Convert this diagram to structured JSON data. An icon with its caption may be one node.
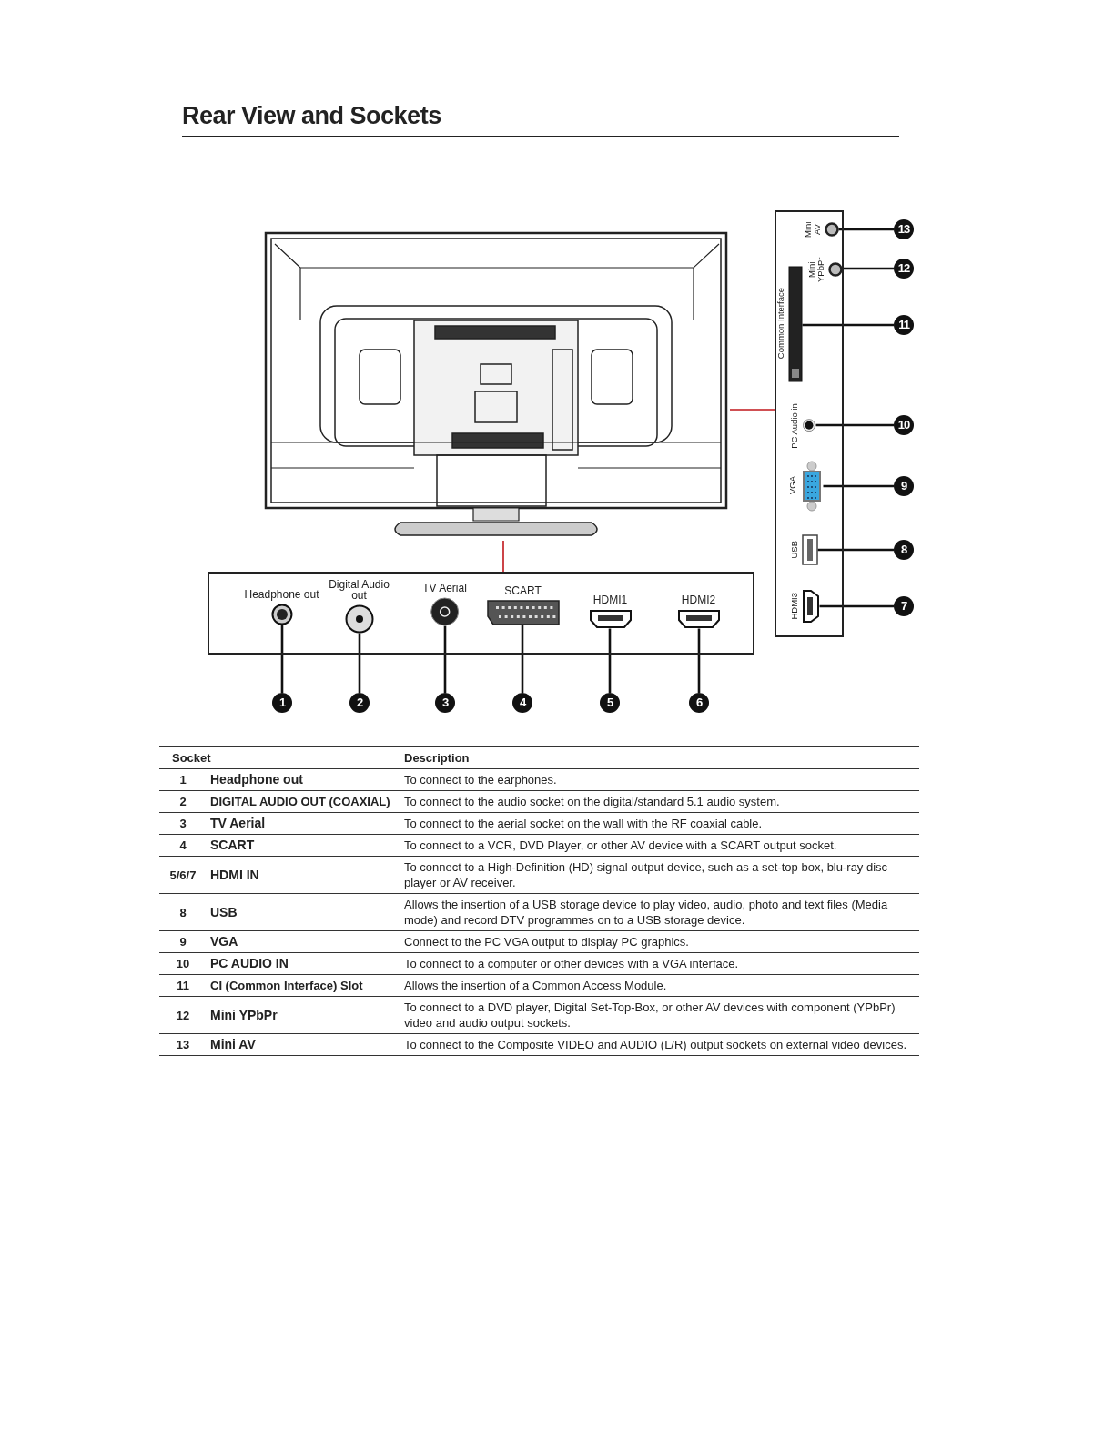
{
  "diagram": {
    "title": "Rear View and Sockets",
    "nodes": [
      {
        "text": [],
        "shape": "picture"
      },
      {
        "text": [],
        "shape": "box"
      },
      {
        "text": [],
        "shape": "box"
      },
      {
        "text": [
          "Headphone out"
        ],
        "in": 1
      },
      {
        "text": [
          "Digital Audio out"
        ],
        "in": 1
      },
      {
        "text": [
          "TV Aerial"
        ],
        "in": 1
      },
      {
        "text": [
          "SCART"
        ],
        "in": 1
      },
      {
        "text": [
          "HDMI1"
        ],
        "in": 1
      },
      {
        "text": [
          "HDMI2"
        ],
        "in": 1
      },
      {
        "text": [
          "Mini AV"
        ],
        "in": 2
      },
      {
        "text": [
          "Mini YPbPr"
        ],
        "in": 2
      },
      {
        "text": [
          "Common Interface"
        ],
        "in": 2
      },
      {
        "text": [
          "PC Audio in"
        ],
        "in": 2
      },
      {
        "text": [
          "VGA"
        ],
        "in": 2
      },
      {
        "text": [
          "USB"
        ],
        "in": 2
      },
      {
        "text": [
          "HDMI3"
        ],
        "in": 2
      },
      {
        "text": [
          "1"
        ]
      },
      {
        "text": [
          "2"
        ]
      },
      {
        "text": [
          "3"
        ]
      },
      {
        "text": [
          "4"
        ]
      },
      {
        "text": [
          "5"
        ]
      },
      {
        "text": [
          "6"
        ]
      },
      {
        "text": [
          "13"
        ]
      },
      {
        "text": [
          "12"
        ]
      },
      {
        "text": [
          "11"
        ]
      },
      {
        "text": [
          "10"
        ]
      },
      {
        "text": [
          "9"
        ]
      },
      {
        "text": [
          "8"
        ]
      },
      {
        "text": [
          "7"
        ]
      }
    ],
    "edges": [
      {
        "from": 0,
        "to": 1,
        "arrow": "none",
        "color": "#c0161b"
      },
      {
        "from": 0,
        "to": 2,
        "arrow": "none",
        "color": "#c0161b"
      },
      {
        "from": 16,
        "to": 3,
        "arrow": "none"
      },
      {
        "from": 17,
        "to": 4,
        "arrow": "none"
      },
      {
        "from": 18,
        "to": 5,
        "arrow": "none"
      },
      {
        "from": 19,
        "to": 6,
        "arrow": "none"
      },
      {
        "from": 20,
        "to": 7,
        "arrow": "none"
      },
      {
        "from": 21,
        "to": 8,
        "arrow": "none"
      },
      {
        "from": 22,
        "to": 9,
        "arrow": "none"
      },
      {
        "from": 23,
        "to": 10,
        "arrow": "none"
      },
      {
        "from": 24,
        "to": 11,
        "arrow": "none"
      },
      {
        "from": 25,
        "to": 12,
        "arrow": "none"
      },
      {
        "from": 26,
        "to": 13,
        "arrow": "none"
      },
      {
        "from": 27,
        "to": 14,
        "arrow": "none"
      },
      {
        "from": 28,
        "to": 15,
        "arrow": "none"
      }
    ],
    "labels": [
      "Socket",
      "Description",
      "1",
      "Headphone out",
      "To connect to the earphones.",
      "2",
      "DIGITAL AUDIO OUT (COAXIAL)",
      "To connect to the audio socket on the digital/standard 5.1 audio system.",
      "3",
      "TV Aerial",
      "To connect to the aerial socket on the wall with the RF coaxial cable.",
      "4",
      "SCART",
      "To connect to a VCR, DVD Player, or other AV device with a SCART output socket.",
      "5/6/7",
      "HDMI IN",
      "To connect to a High-Definition (HD) signal output device, such as a set-top box, blu-ray disc player or AV receiver.",
      "8",
      "USB",
      "Allows the insertion of a USB storage device to play video, audio, photo and text files (Media mode) and record DTV programmes on to a USB storage device.",
      "9",
      "VGA",
      "Connect to the PC VGA output to display PC graphics.",
      "10",
      "PC AUDIO IN",
      "To connect to a computer or other devices with a VGA interface.",
      "11",
      "CI (Common Interface) Slot",
      "Allows the insertion of a Common Access Module.",
      "12",
      "Mini YPbPr",
      "To connect to a DVD player, Digital Set-Top-Box, or other AV devices with component (YPbPr) video and audio output sockets.",
      "13",
      "Mini AV",
      "To connect to the Composite VIDEO and AUDIO (L/R) output sockets on external video devices."
    ]
  }
}
